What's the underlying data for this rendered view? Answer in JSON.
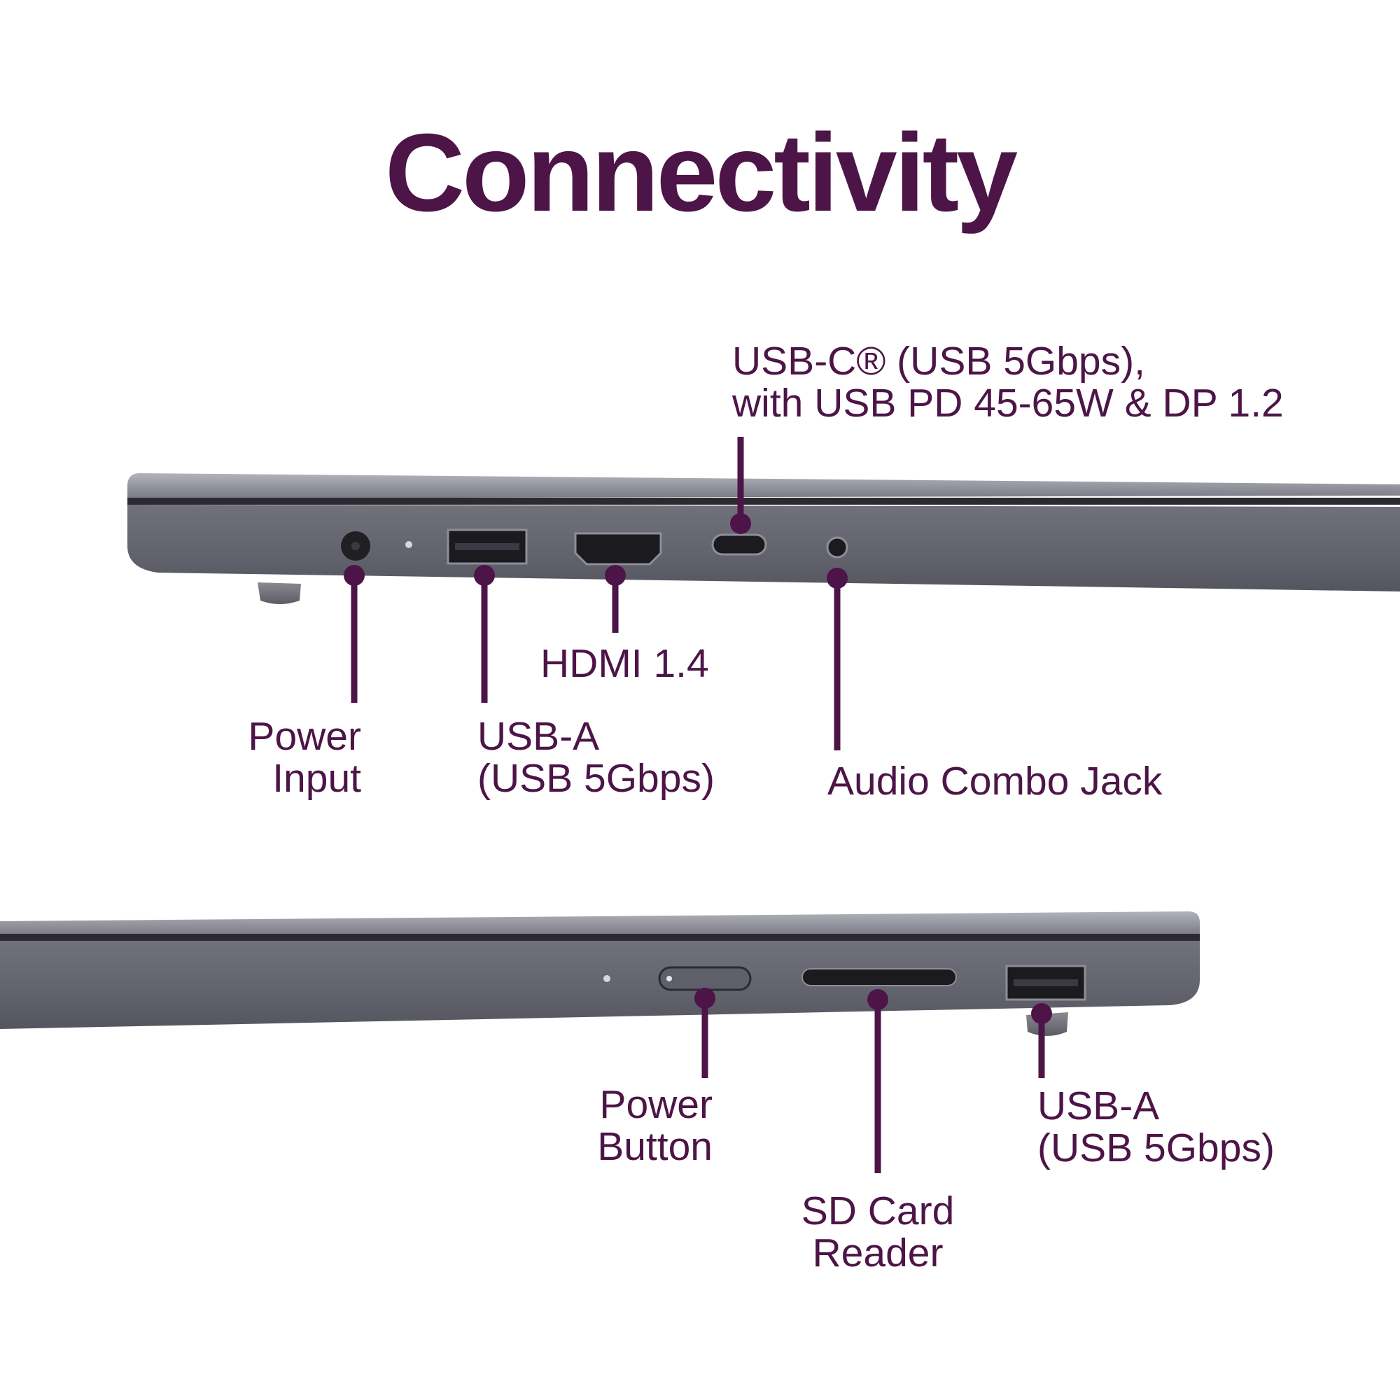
{
  "title": "Connectivity",
  "colors": {
    "accent": "#4d1547",
    "chassis": "#6a6a76",
    "chassis_light": "#a7a7b1",
    "port": "#1f1f24",
    "background": "#ffffff"
  },
  "top_side": {
    "labels": {
      "usb_c": [
        "USB-C® (USB 5Gbps),",
        "with USB PD 45-65W & DP 1.2"
      ],
      "power_input": [
        "Power",
        "Input"
      ],
      "usb_a": [
        "USB-A",
        "(USB 5Gbps)"
      ],
      "hdmi": [
        "HDMI 1.4"
      ],
      "audio": [
        "Audio Combo Jack"
      ]
    }
  },
  "bottom_side": {
    "labels": {
      "power_button": [
        "Power",
        "Button"
      ],
      "sd_card": [
        "SD Card",
        "Reader"
      ],
      "usb_a": [
        "USB-A",
        "(USB 5Gbps)"
      ]
    }
  }
}
